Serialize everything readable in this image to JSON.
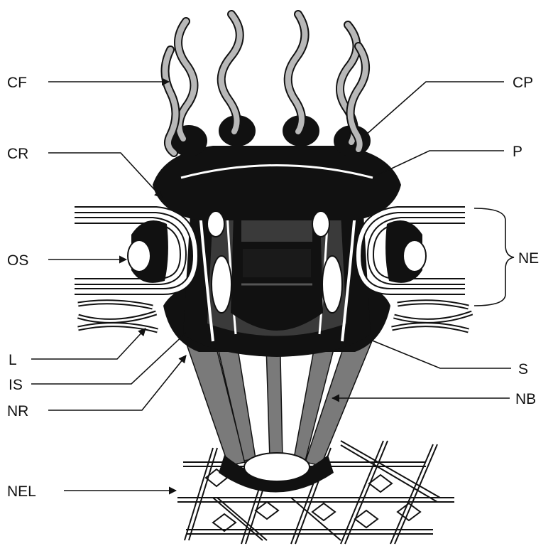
{
  "labels": {
    "cf": "CF",
    "cr": "CR",
    "os": "OS",
    "l": "L",
    "is": "IS",
    "nr": "NR",
    "nel": "NEL",
    "cp": "CP",
    "p": "P",
    "ne": "NE",
    "s": "S",
    "nb": "NB"
  }
}
